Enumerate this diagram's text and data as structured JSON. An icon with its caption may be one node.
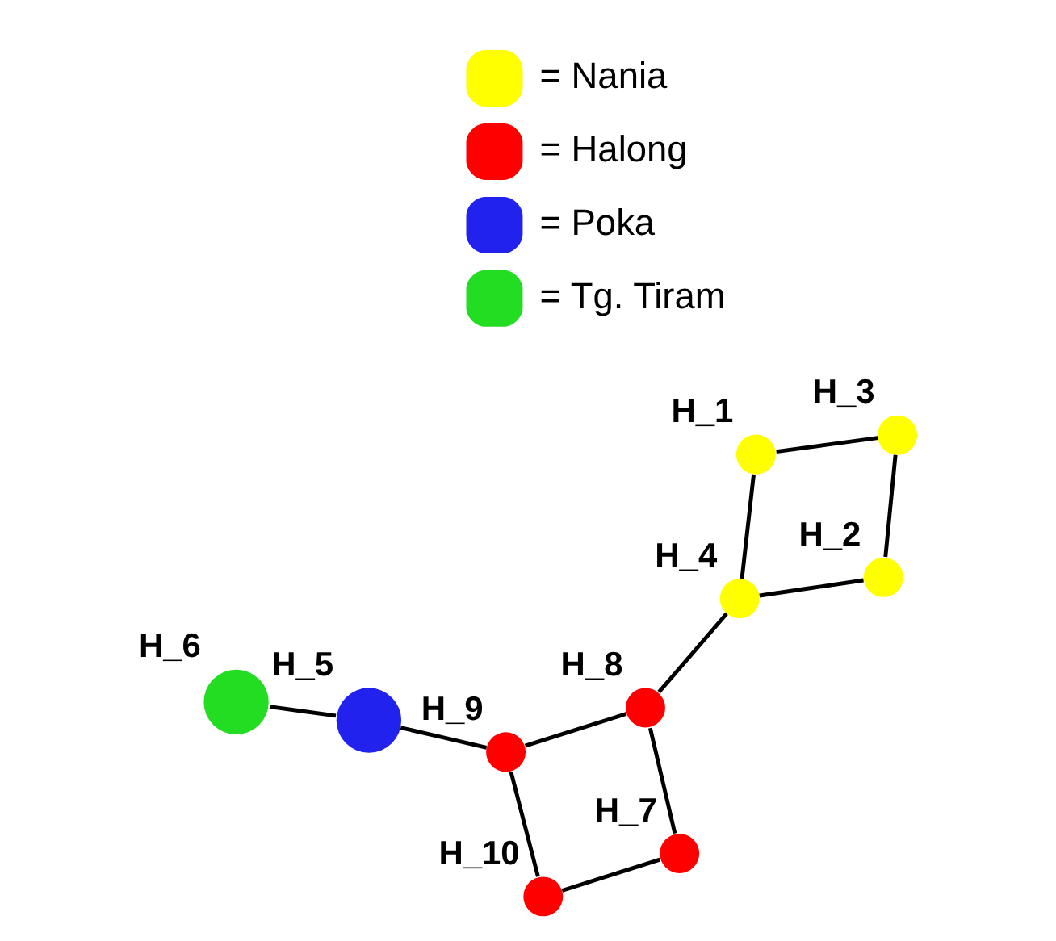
{
  "diagram": {
    "nodes": [
      {
        "text": [],
        "shape": "circle",
        "beside": [
          "H_3"
        ]
      },
      {
        "text": [],
        "shape": "circle",
        "beside": [
          "H_2"
        ]
      },
      {
        "text": [],
        "shape": "circle",
        "beside": [
          "H_1"
        ]
      },
      {
        "text": [],
        "shape": "circle",
        "beside": [
          "H_6"
        ]
      },
      {
        "text": [],
        "shape": "circle",
        "beside": [
          "H_4"
        ]
      },
      {
        "text": [],
        "shape": "circle",
        "beside": [
          "H_5"
        ]
      },
      {
        "text": [],
        "shape": "circle",
        "beside": [
          "H_9"
        ]
      },
      {
        "text": [],
        "shape": "circle",
        "beside": [
          "H_8"
        ]
      },
      {
        "text": [],
        "shape": "circle",
        "beside": [
          "H_10"
        ]
      },
      {
        "text": [],
        "shape": "circle",
        "beside": [
          "H_7"
        ]
      }
    ],
    "edges": [
      {
        "from": 0,
        "to": 1,
        "arrow": "none"
      },
      {
        "from": 0,
        "to": 2,
        "arrow": "none"
      },
      {
        "from": 1,
        "to": 4,
        "arrow": "none"
      },
      {
        "from": 2,
        "to": 4,
        "arrow": "none"
      },
      {
        "from": 4,
        "to": 7,
        "arrow": "none"
      },
      {
        "from": 3,
        "to": 5,
        "arrow": "none"
      },
      {
        "from": 5,
        "to": 6,
        "arrow": "none"
      },
      {
        "from": 6,
        "to": 7,
        "arrow": "none"
      },
      {
        "from": 6,
        "to": 8,
        "arrow": "none"
      },
      {
        "from": 7,
        "to": 9,
        "arrow": "none"
      },
      {
        "from": 8,
        "to": 9,
        "arrow": "none"
      }
    ],
    "legend": [
      {
        "text": "= Nania",
        "color": "#ffff00"
      },
      {
        "text": "= Halong",
        "color": "#ff0000"
      },
      {
        "text": "= Poka",
        "color": "#2222ee"
      },
      {
        "text": "= Tg. Tiram",
        "color": "#22dd22"
      }
    ]
  }
}
